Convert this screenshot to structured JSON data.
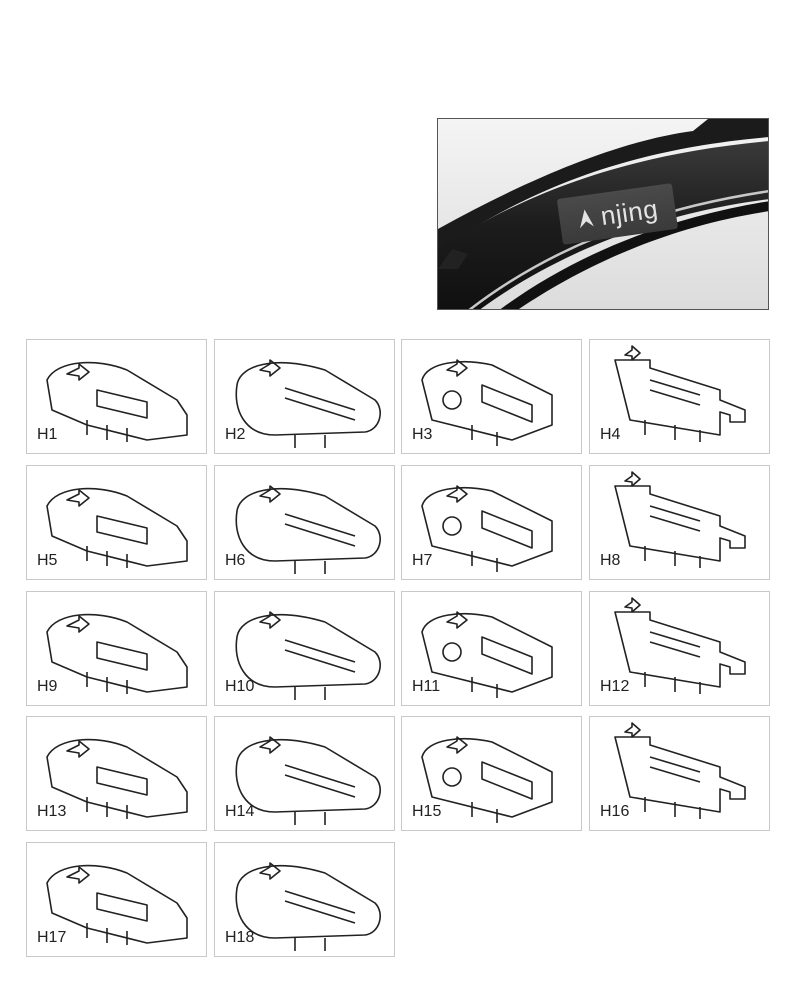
{
  "photo": {
    "brand": "njing",
    "logo_icon": "sail-logo-icon"
  },
  "adapters": [
    {
      "label": "H1"
    },
    {
      "label": "H2"
    },
    {
      "label": "H3"
    },
    {
      "label": "H4"
    },
    {
      "label": "H5"
    },
    {
      "label": "H6"
    },
    {
      "label": "H7"
    },
    {
      "label": "H8"
    },
    {
      "label": "H9"
    },
    {
      "label": "H10"
    },
    {
      "label": "H11"
    },
    {
      "label": "H12"
    },
    {
      "label": "H13"
    },
    {
      "label": "H14"
    },
    {
      "label": "H15"
    },
    {
      "label": "H16"
    },
    {
      "label": "H17"
    },
    {
      "label": "H18"
    }
  ]
}
